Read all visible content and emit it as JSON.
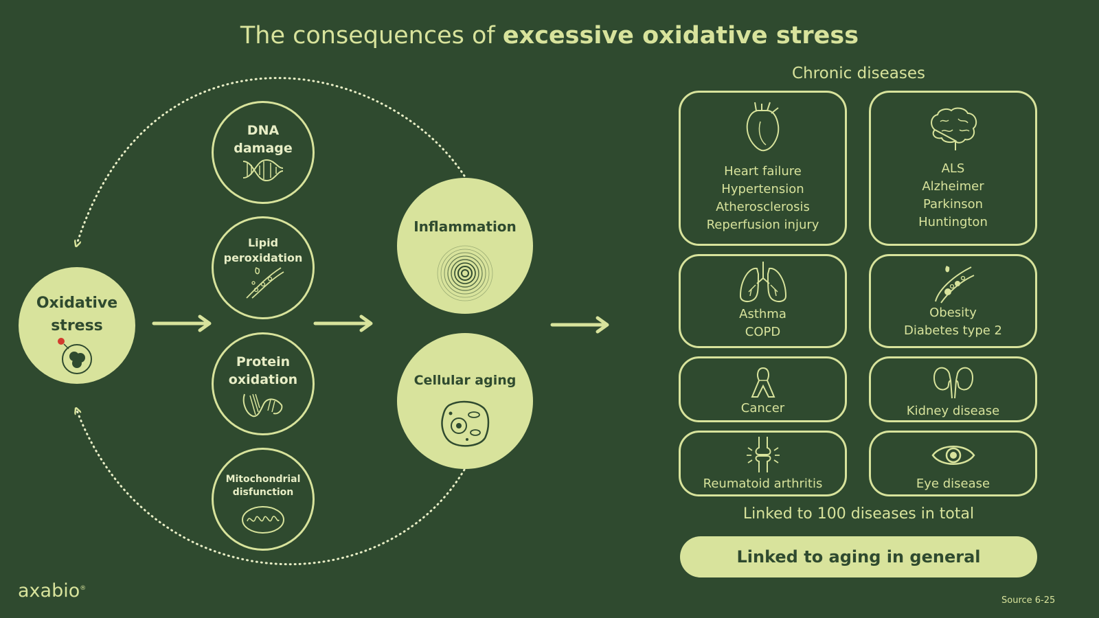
{
  "title": {
    "prefix": "The consequences of ",
    "bold": "excessive oxidative stress"
  },
  "source_node": {
    "line1": "Oxidative",
    "line2": "stress"
  },
  "damage_nodes": [
    {
      "line1": "DNA",
      "line2": "damage"
    },
    {
      "line1": "Lipid",
      "line2": "peroxidation"
    },
    {
      "line1": "Protein",
      "line2": "oxidation"
    },
    {
      "line1": "Mitochondrial",
      "line2": "disfunction"
    }
  ],
  "outcomes": [
    {
      "label": "Inflammation"
    },
    {
      "label": "Cellular aging"
    }
  ],
  "chronic": {
    "heading": "Chronic diseases",
    "boxes": [
      {
        "icon": "heart-icon",
        "lines": [
          "Heart failure",
          "Hypertension",
          "Atherosclerosis",
          "Reperfusion injury"
        ]
      },
      {
        "icon": "brain-icon",
        "lines": [
          "ALS",
          "Alzheimer",
          "Parkinson",
          "Huntington"
        ]
      },
      {
        "icon": "lungs-icon",
        "lines": [
          "Asthma",
          "COPD"
        ]
      },
      {
        "icon": "blood-vessel-icon",
        "lines": [
          "Obesity",
          "Diabetes type 2"
        ]
      },
      {
        "icon": "ribbon-icon",
        "lines": [
          "Cancer"
        ]
      },
      {
        "icon": "kidney-icon",
        "lines": [
          "Kidney disease"
        ]
      },
      {
        "icon": "joint-icon",
        "lines": [
          "Reumatoid arthritis"
        ]
      },
      {
        "icon": "eye-icon",
        "lines": [
          "Eye disease"
        ]
      }
    ],
    "total": "Linked to 100 diseases in total",
    "aging": "Linked to aging in general"
  },
  "brand": {
    "name": "axabio",
    "mark": "®"
  },
  "source": "Source 6-25",
  "colors": {
    "background": "#2f4a2f",
    "accent": "#d8e39c"
  }
}
